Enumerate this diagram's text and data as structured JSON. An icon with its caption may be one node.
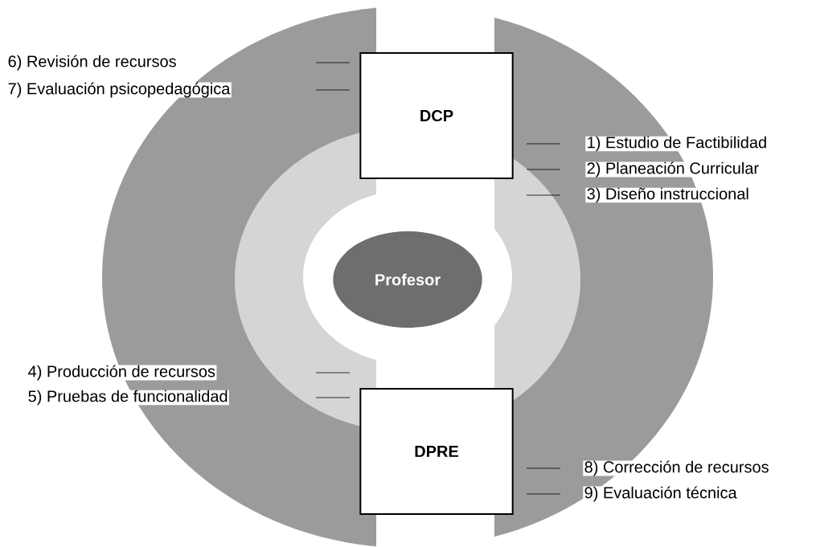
{
  "diagram": {
    "nodes": [
      {
        "text": [
          "DCP"
        ]
      },
      {
        "text": [
          "Profesor"
        ]
      },
      {
        "text": [
          "DPRE"
        ]
      }
    ],
    "labels": [
      "6) Revisión de recursos",
      "7) Evaluación psicopedagógica",
      "1) Estudio de Factibilidad",
      "2) Planeación Curricular",
      "3) Diseño instruccional",
      "4) Producción de recursos",
      "5) Pruebas de funcionalidad",
      "8) Corrección de recursos",
      "9) Evaluación técnica"
    ]
  }
}
